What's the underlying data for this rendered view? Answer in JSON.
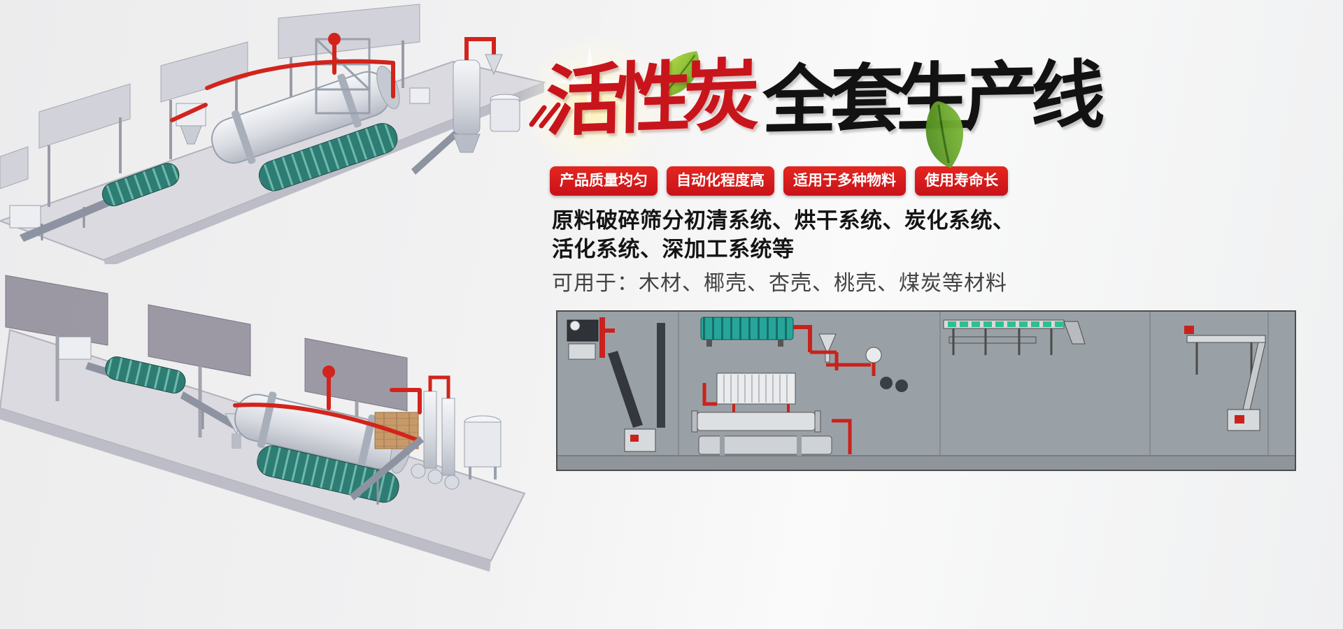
{
  "banner": {
    "title": {
      "red_text": "活性炭",
      "black_text": "全套生产线"
    },
    "badges": [
      "产品质量均匀",
      "自动化程度高",
      "适用于多种物料",
      "使用寿命长"
    ],
    "description": {
      "line1": "原料破碎筛分初清系统、烘干系统、炭化系统、",
      "line2": "活化系统、深加工系统等",
      "line3": "可用于：木材、椰壳、杏壳、桃壳、煤炭等材料"
    },
    "illustrations": {
      "top_left": "production-line-3d-render-top",
      "bottom_left": "production-line-3d-render-bottom",
      "bottom_right": "production-line-schematic-diagram",
      "accents": [
        "sparkle-icon",
        "leaf-icon",
        "leaf-icon",
        "brush-accent-icon"
      ]
    },
    "colors": {
      "badge_red": "#d41d20",
      "title_red": "#c8151b",
      "title_black": "#111111",
      "leaf_green": "#76b832",
      "schematic_background": "#9aa1a6",
      "page_background": "#f1f1f2",
      "machinery_red": "#d2241c",
      "machinery_teal": "#2f7d78"
    }
  }
}
